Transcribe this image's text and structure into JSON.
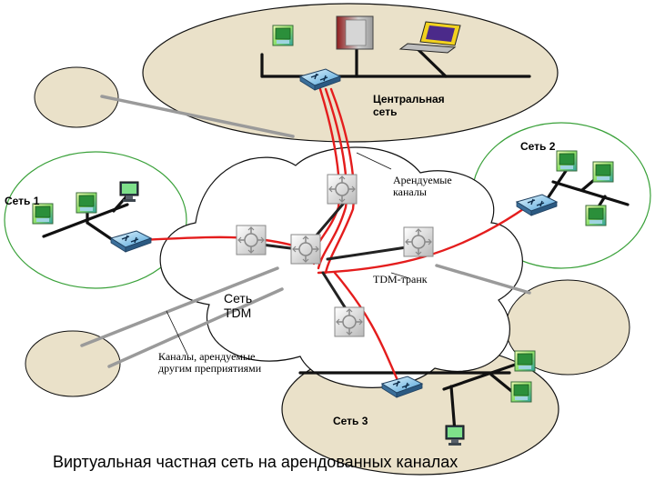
{
  "labels": {
    "central_network": "Центральная сеть",
    "network_2": "Сеть 2",
    "leased_channels": "Арендуемые каналы",
    "network_1": "Сеть 1",
    "tdm_trunk": "TDM-транк",
    "tdm_network": "Сеть TDM",
    "other_leased": "Каналы, арендуемые другим преприятиями",
    "network_3": "Сеть 3"
  },
  "caption": "Виртуальная частная сеть на арендованных каналах",
  "colors": {
    "network_fill": "#eae1c9",
    "cloud_fill": "#ffffff",
    "channel_red": "#e41d1d",
    "trunk_dark": "#222222",
    "grey_link": "#9a9a9a",
    "ellipse_green": "#3aa13a"
  },
  "icons": [
    "workstation-icon",
    "server-icon",
    "laptop-icon",
    "switch-icon",
    "tdm-mux-icon"
  ]
}
